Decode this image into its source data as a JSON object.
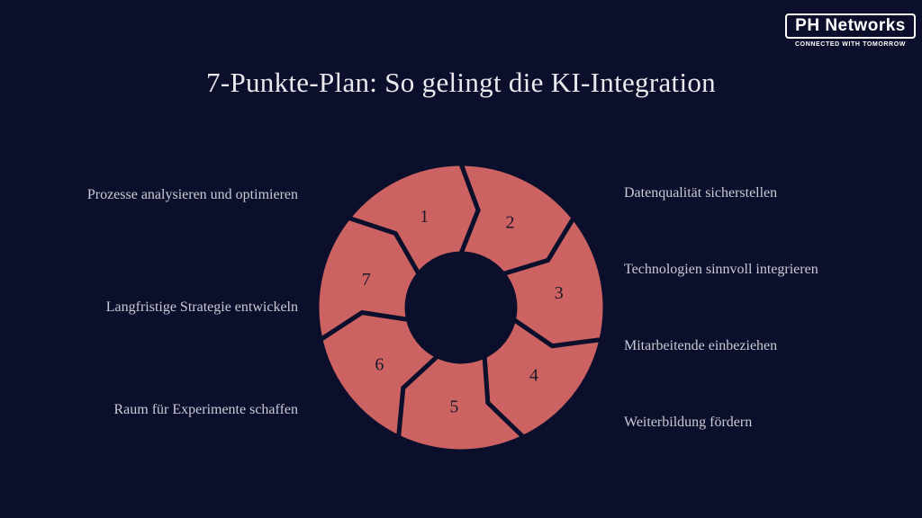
{
  "logo": {
    "name": "PH Networks",
    "tagline": "CONNECTED WITH TOMORROW"
  },
  "title": "7-Punkte-Plan: So gelingt die KI-Integration",
  "steps": [
    {
      "number": "1",
      "label": "Prozesse analysieren und optimieren"
    },
    {
      "number": "2",
      "label": "Datenqualität sicherstellen"
    },
    {
      "number": "3",
      "label": "Technologien sinnvoll integrieren"
    },
    {
      "number": "4",
      "label": "Mitarbeitende einbeziehen"
    },
    {
      "number": "5",
      "label": "Weiterbildung fördern"
    },
    {
      "number": "6",
      "label": "Raum für Experimente schaffen"
    },
    {
      "number": "7",
      "label": "Langfristige Strategie entwickeln"
    }
  ],
  "colors": {
    "background": "#0b0f2b",
    "segment": "#cd6262",
    "text": "#c9cbd6"
  }
}
